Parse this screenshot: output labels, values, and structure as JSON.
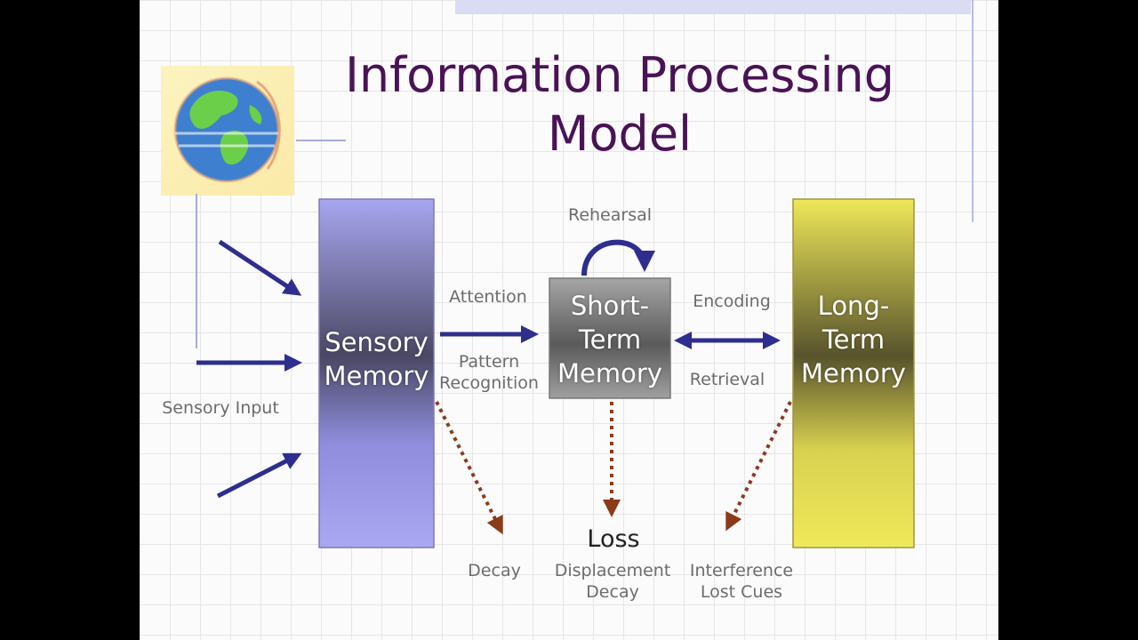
{
  "title_line1": "Information Processing",
  "title_line2": "Model",
  "sensory_input_label": "Sensory Input",
  "boxes": {
    "sensory": [
      "Sensory",
      "Memory"
    ],
    "short_term": [
      "Short-",
      "Term",
      "Memory"
    ],
    "long_term": [
      "Long-",
      "Term",
      "Memory"
    ]
  },
  "edges": {
    "attention": "Attention",
    "pattern_recognition": [
      "Pattern",
      "Recognition"
    ],
    "rehearsal": "Rehearsal",
    "encoding": "Encoding",
    "retrieval": "Retrieval"
  },
  "loss": {
    "label": "Loss",
    "sensory_loss": "Decay",
    "short_term_loss": [
      "Displacement",
      "Decay"
    ],
    "long_term_loss": [
      "Interference",
      "Lost Cues"
    ]
  },
  "colors": {
    "title": "#4a1356",
    "arrow": "#2e2e8e",
    "loss_arrow": "#8b3a1a",
    "sensory_box": "#a9a7ef",
    "long_term_box": "#ece458"
  },
  "icon": "globe-icon"
}
